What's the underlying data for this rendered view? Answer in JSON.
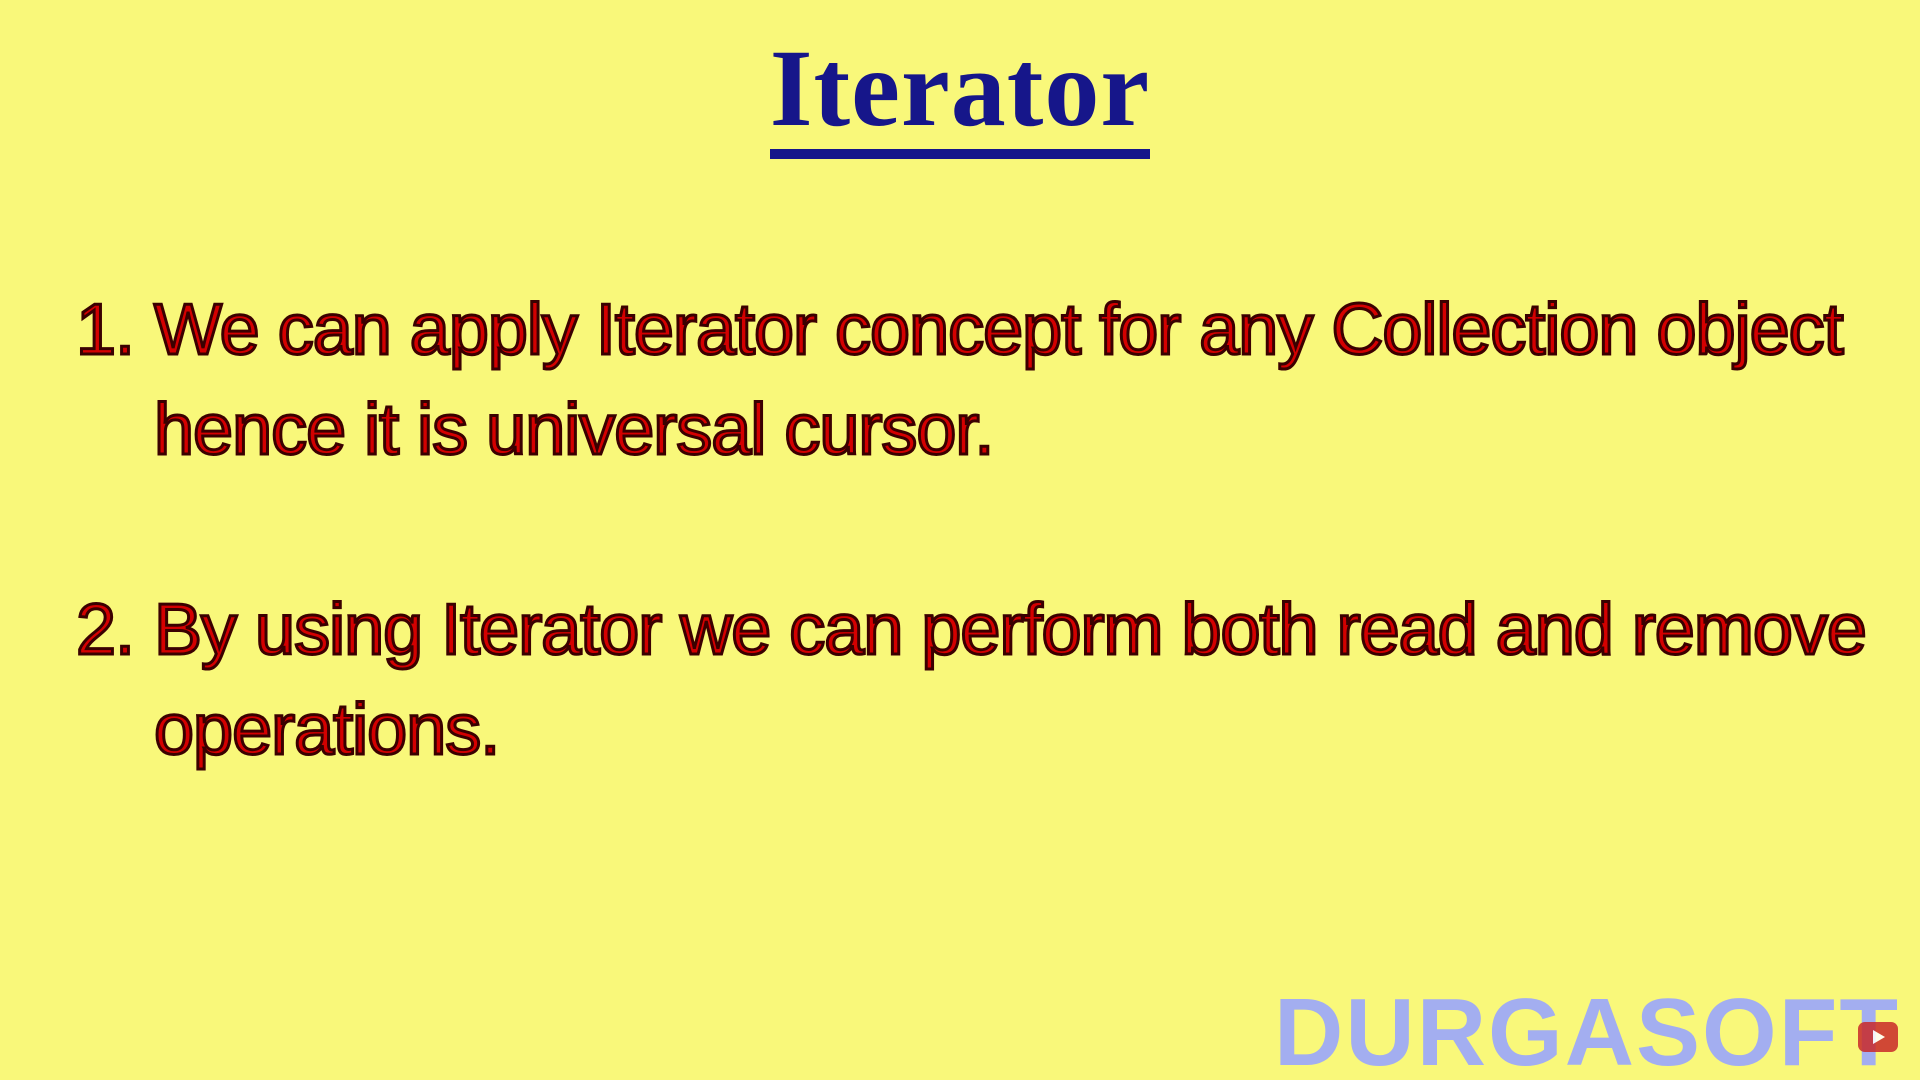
{
  "slide": {
    "title": "Iterator",
    "points": [
      {
        "number": "1.",
        "line1": "We can apply Iterator concept for any Collection object",
        "line2": "hence it is universal cursor."
      },
      {
        "number": "2.",
        "line1": "By using Iterator we can perform both read and remove",
        "line2": "operations."
      }
    ],
    "watermark": "DURGASOFT"
  },
  "colors": {
    "background": "#f9f87a",
    "title": "#16168a",
    "body_text": "#d40000",
    "watermark": "#a3aef0"
  },
  "icons": {
    "corner": "youtube-play-icon"
  }
}
